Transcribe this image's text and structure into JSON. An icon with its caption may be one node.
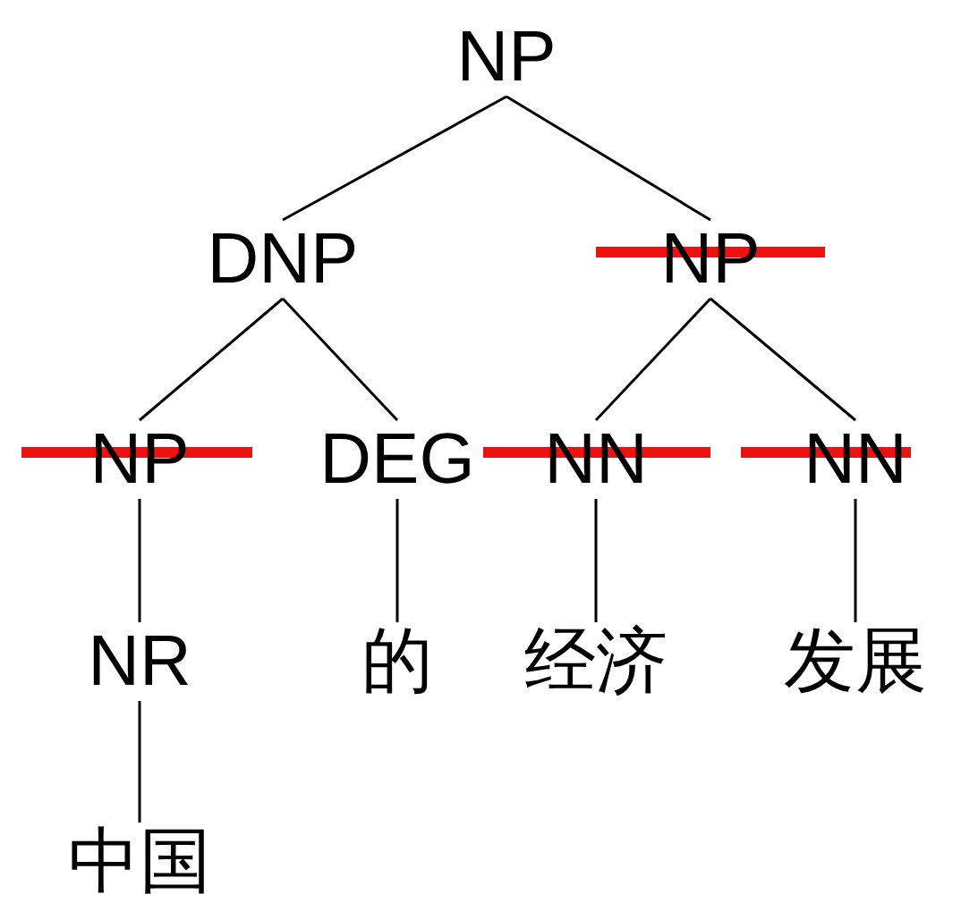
{
  "diagram": {
    "nodes": [
      {
        "text": [
          "NP"
        ]
      },
      {
        "text": [
          "DNP"
        ]
      },
      {
        "text": [
          "NP"
        ]
      },
      {
        "text": [
          "NP"
        ]
      },
      {
        "text": [
          "DEG"
        ]
      },
      {
        "text": [
          "NN"
        ]
      },
      {
        "text": [
          "NN"
        ]
      },
      {
        "text": [
          "NR"
        ]
      },
      {
        "text": [
          "的"
        ]
      },
      {
        "text": [
          "经济"
        ]
      },
      {
        "text": [
          "发展"
        ]
      },
      {
        "text": [
          "中国"
        ]
      }
    ],
    "edges": [
      {
        "from": 0,
        "to": 1,
        "arrow": "none"
      },
      {
        "from": 0,
        "to": 2,
        "arrow": "none"
      },
      {
        "from": 1,
        "to": 3,
        "arrow": "none"
      },
      {
        "from": 1,
        "to": 4,
        "arrow": "none"
      },
      {
        "from": 2,
        "to": 5,
        "arrow": "none"
      },
      {
        "from": 2,
        "to": 6,
        "arrow": "none"
      },
      {
        "from": 3,
        "to": 7,
        "arrow": "none"
      },
      {
        "from": 4,
        "to": 8,
        "arrow": "none"
      },
      {
        "from": 5,
        "to": 9,
        "arrow": "none"
      },
      {
        "from": 6,
        "to": 10,
        "arrow": "none"
      },
      {
        "from": 7,
        "to": 11,
        "arrow": "none"
      }
    ]
  }
}
